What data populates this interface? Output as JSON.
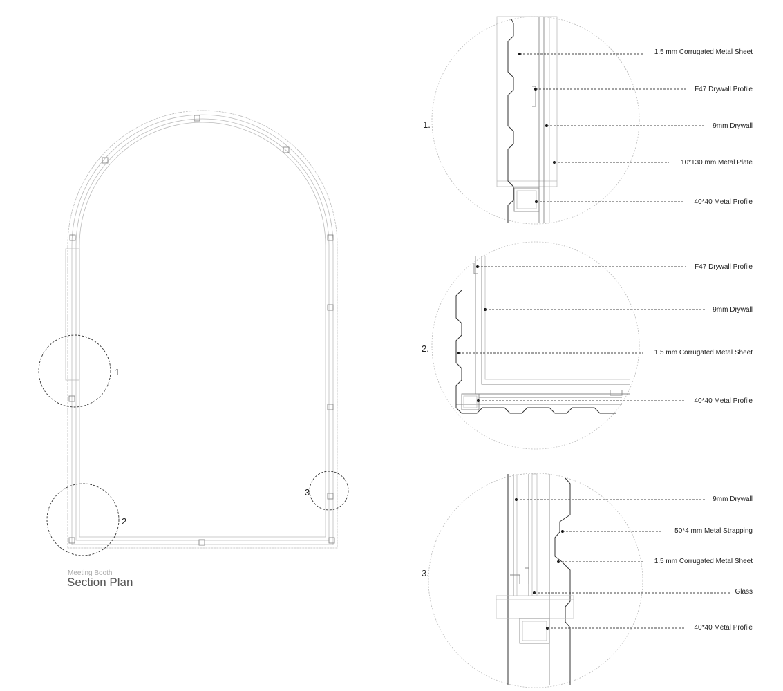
{
  "caption": {
    "subtitle": "Meeting Booth",
    "title": "Section Plan"
  },
  "plan_markers": [
    "1",
    "2",
    "3"
  ],
  "details": [
    {
      "number": "1.",
      "labels": [
        "1.5 mm Corrugated Metal Sheet",
        "F47 Drywall Profile",
        "9mm Drywall",
        "10*130 mm Metal Plate",
        "40*40 Metal Profile"
      ]
    },
    {
      "number": "2.",
      "labels": [
        "F47 Drywall Profile",
        "9mm Drywall",
        "1.5 mm Corrugated Metal Sheet",
        "40*40 Metal Profile"
      ]
    },
    {
      "number": "3.",
      "labels": [
        "9mm Drywall",
        "50*4 mm Metal Strapping",
        "1.5 mm Corrugated Metal Sheet",
        "Glass",
        "40*40 Metal Profile"
      ]
    }
  ]
}
